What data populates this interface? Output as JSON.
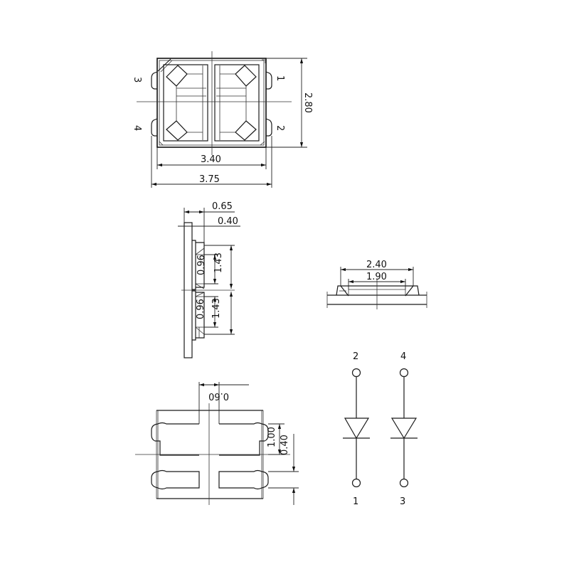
{
  "top_view": {
    "pin_labels": {
      "p1": "1",
      "p2": "2",
      "p3": "3",
      "p4": "4"
    },
    "dim_height": "2.80",
    "dim_body_width": "3.40",
    "dim_overall_width": "3.75"
  },
  "side_view": {
    "dim_thickness": "0.65",
    "dim_lead": "0.40",
    "dim_upper_inner": "0.96",
    "dim_upper_outer": "1.43",
    "dim_lower_inner": "0.96",
    "dim_lower_outer": "1.43"
  },
  "front_view": {
    "dim_outer": "2.40",
    "dim_inner": "1.90"
  },
  "footprint": {
    "dim_gap": "0.60",
    "dim_pad_height": "1.00",
    "dim_pad_spacing": "0.40"
  },
  "schematic": {
    "diode_a": {
      "top_pin": "2",
      "bottom_pin": "1"
    },
    "diode_b": {
      "top_pin": "4",
      "bottom_pin": "3"
    }
  }
}
